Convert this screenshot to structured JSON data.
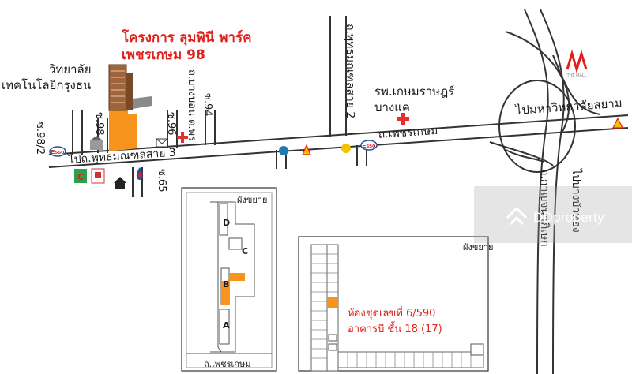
{
  "project": {
    "title_line1": "โครงการ ลุมพินี พาร์ค",
    "title_line2": "เพชรเกษม 98"
  },
  "labels": {
    "college_line1": "วิทยาลัย",
    "college_line2": "เทคโนโลยีกรุงธน",
    "soi_98_2": "ซ.98/2",
    "soi_98": "ซ.98",
    "soi_96": "ซ.96",
    "soi_94": "ซ.94",
    "soi_65": "ซ.65",
    "phet_road_left": "ไปถ.พุทธมณฑลสาย 3",
    "road_bang_bon": "ถ.บางบอน ต.พร",
    "road_phutthamonthon_2": "ถ.พุทธมณฑลสาย 2",
    "hospital_line1": "รพ.เกษมราษฎร์",
    "hospital_line2": "บางแค",
    "road_phetkasem": "ถ.เพชรเกษม",
    "to_siam_univ": "ไปมหาวิทยาลัยสยาม",
    "road_kanchanaphisek": "ถ.กาญจนาภิเษก",
    "to_bang_bua_thong": "ไปบางบัวทอง",
    "mall_name": "THE MALL"
  },
  "inset_site": {
    "caption": "ผังขยาย",
    "road_label": "ถ.เพชรเกษม",
    "blocks": [
      "A",
      "B",
      "C",
      "D"
    ]
  },
  "inset_floor": {
    "caption": "ผังขยาย",
    "unit_line1": "ห้องชุดเลขที่ 6/590",
    "unit_line2": "อาคารบี ชั้น 18 (17)"
  },
  "watermark": {
    "text": "DDproperty"
  },
  "colors": {
    "accent_orange": "#f7941d",
    "title_red": "#e0201c",
    "hospital_red": "#e53030",
    "road_stroke": "#333333"
  },
  "icons": [
    "esso-logo-icon",
    "shell-logo-icon",
    "ptt-logo-icon",
    "house-icon",
    "mail-icon",
    "temple-icon",
    "cross-icon",
    "mall-logo-icon"
  ]
}
